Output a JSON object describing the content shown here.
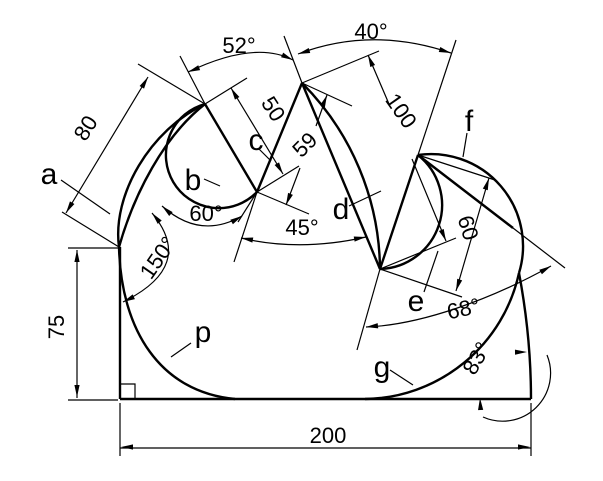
{
  "drawing": {
    "background_color": "#ffffff",
    "line_color": "#000000",
    "labels": {
      "a": "a",
      "b": "b",
      "c": "c",
      "d": "d",
      "e": "e",
      "f": "f",
      "g": "g",
      "p": "p"
    },
    "linear_dimensions": {
      "ab": "80",
      "bc": "50",
      "cd": "59",
      "de": "100",
      "ef": "60",
      "left_height": "75",
      "bottom_width": "200"
    },
    "angle_dimensions": {
      "at_b": "52°",
      "at_d": "40°",
      "at_c_left": "60°",
      "at_c_right": "45°",
      "at_a": "150°",
      "at_e": "68°",
      "at_h": "83°"
    }
  }
}
